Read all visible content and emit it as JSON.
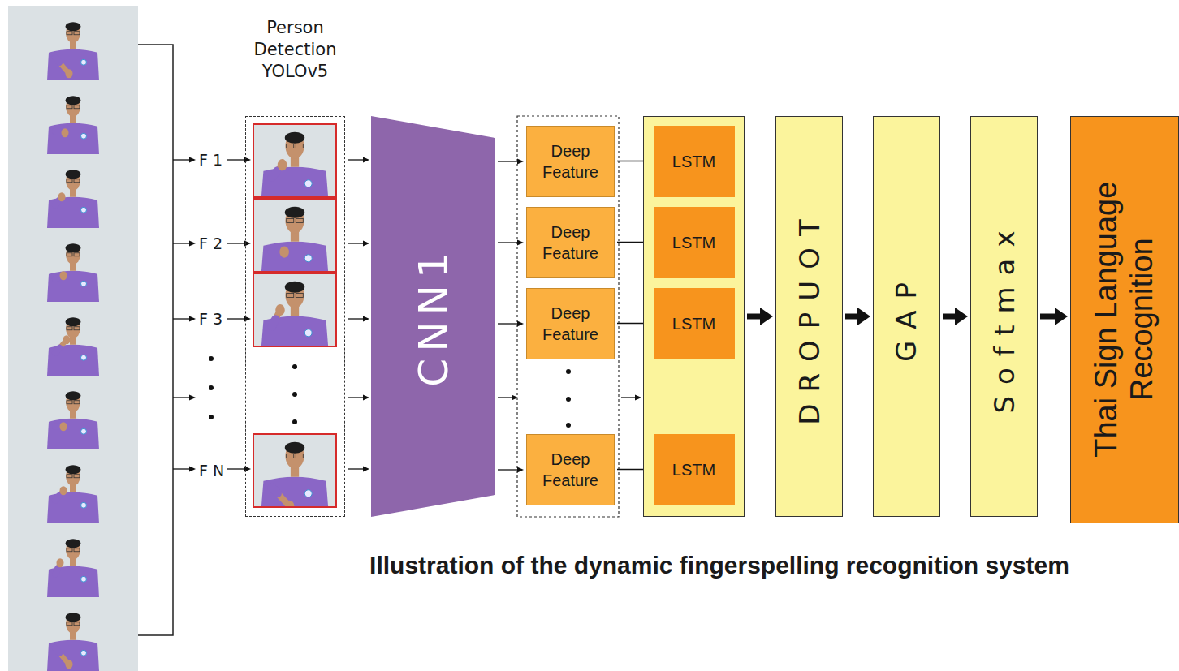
{
  "diagram": {
    "caption": "Illustration of the dynamic fingerspelling recognition system",
    "nodes": [
      {
        "text": [
          "Person Detection YOLOv5"
        ]
      },
      {
        "text": [
          "CNN1"
        ]
      },
      {
        "text": [
          "Deep Feature"
        ]
      },
      {
        "text": [
          "Deep Feature"
        ]
      },
      {
        "text": [
          "Deep Feature"
        ]
      },
      {
        "text": [
          "Deep Feature"
        ]
      },
      {
        "text": []
      },
      {
        "text": [
          "LSTM"
        ],
        "in": 6
      },
      {
        "text": [
          "LSTM"
        ],
        "in": 6
      },
      {
        "text": [
          "LSTM"
        ],
        "in": 6
      },
      {
        "text": [
          "LSTM"
        ],
        "in": 6
      },
      {
        "text": [
          "DROPUOT"
        ]
      },
      {
        "text": [
          "GAP"
        ]
      },
      {
        "text": [
          "Softmax"
        ]
      },
      {
        "text": [
          "Thai Sign Language Recognition"
        ]
      }
    ],
    "edges": [
      {
        "from": 1,
        "to": 2,
        "arrow": "to"
      },
      {
        "from": 1,
        "to": 3,
        "arrow": "to"
      },
      {
        "from": 1,
        "to": 4,
        "arrow": "to"
      },
      {
        "from": 1,
        "to": 5,
        "arrow": "to"
      },
      {
        "from": 2,
        "to": 7,
        "arrow": "to"
      },
      {
        "from": 3,
        "to": 8,
        "arrow": "to"
      },
      {
        "from": 4,
        "to": 9,
        "arrow": "to"
      },
      {
        "from": 5,
        "to": 10,
        "arrow": "to"
      },
      {
        "from": 7,
        "to": 8,
        "arrow": "to"
      },
      {
        "from": 8,
        "to": 9,
        "arrow": "to"
      },
      {
        "from": 9,
        "to": 10,
        "arrow": "to"
      },
      {
        "from": 6,
        "to": 11,
        "arrow": "to"
      },
      {
        "from": 11,
        "to": 12,
        "arrow": "to"
      },
      {
        "from": 12,
        "to": 13,
        "arrow": "to"
      },
      {
        "from": 13,
        "to": 14,
        "arrow": "to"
      }
    ],
    "labels": [
      "F 1",
      "F 2",
      "F 3",
      "F N"
    ]
  }
}
